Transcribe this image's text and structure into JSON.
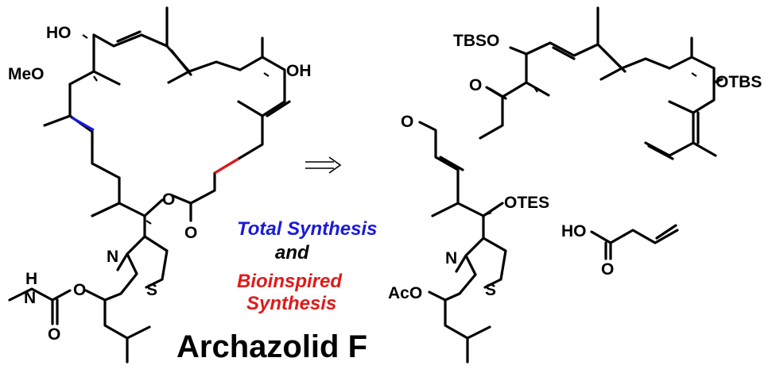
{
  "scheme": {
    "title": "Archazolid F",
    "caption": {
      "line1": "Total Synthesis",
      "line2": "and",
      "line3": "Bioinspired",
      "line4": "Synthesis"
    },
    "colors": {
      "line1": "#1a1adc",
      "line2": "#000000",
      "line3": "#e01a1a",
      "line4": "#e01a1a",
      "blue_bond": "#1a1adc",
      "red_bond": "#e01a1a"
    },
    "arrow_icon": "retrosynthesis-arrow",
    "labels": {
      "ho_top": "HO",
      "meo": "MeO",
      "oh_right": "OH",
      "o_ester": "O",
      "o_carbonyl": "O",
      "n_thiazole": "N",
      "s_thiazole": "S",
      "nh_h": "H",
      "n_carbamate": "N",
      "o_carbamate_ether": "O",
      "o_carbamate_carbonyl": "O",
      "otbs_left": "TBSO",
      "o_ketone": "O",
      "otbs_right": "OTBS",
      "o_aldehyde": "O",
      "otes": "OTES",
      "n_thiazole2": "N",
      "s_thiazole2": "S",
      "aco": "AcO",
      "ho_acid": "HO",
      "o_acid": "O"
    }
  }
}
